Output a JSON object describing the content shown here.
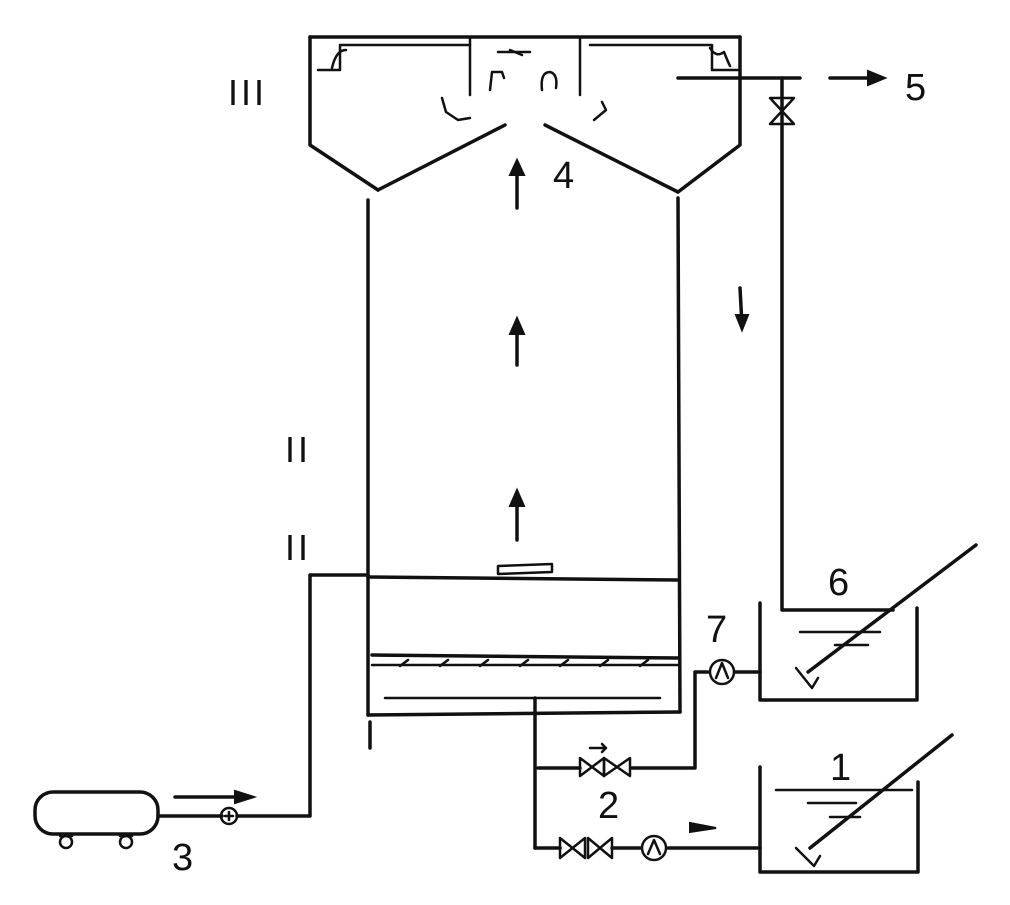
{
  "labels": {
    "zone_iii": "III",
    "zone_ii_upper": "II",
    "zone_ii_lower": "II",
    "zone_i": "I",
    "item_1": "1",
    "item_2": "2",
    "item_3": "3",
    "item_4": "4",
    "item_5": "5",
    "item_6": "6",
    "item_7": "7"
  }
}
